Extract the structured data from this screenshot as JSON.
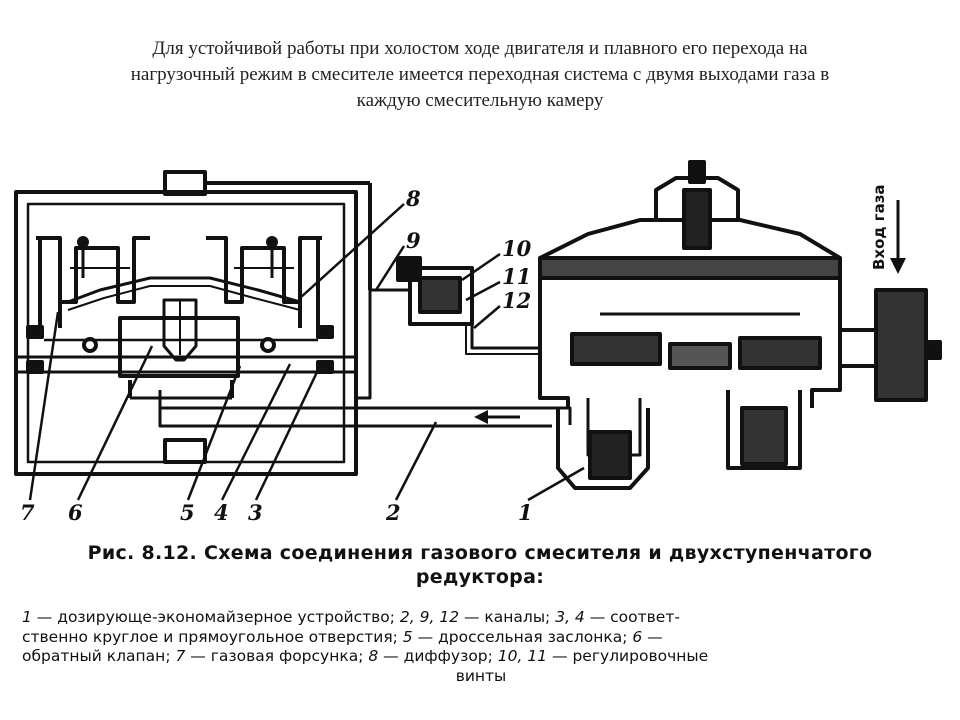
{
  "slide": {
    "title_lines": [
      "Для устойчивой работы при холостом ходе двигателя и плавного его перехода на",
      "нагрузочный режим в смесителе имеется переходная система с двумя выходами газа в",
      "каждую смесительную камеру"
    ]
  },
  "figure": {
    "gas_inlet_label": "Вход газа",
    "callouts": [
      "8",
      "9",
      "10",
      "11",
      "12",
      "7",
      "6",
      "5",
      "4",
      "3",
      "2",
      "1"
    ],
    "caption_title_lines": [
      "Рис. 8.12. Схема соединения газового смесителя и двухступенчатого",
      "редуктора:"
    ],
    "legend": [
      {
        "n": "1",
        "t": " — дозирующе-экономайзерное устройство; "
      },
      {
        "n": "2, 9, 12",
        "t": " — каналы; "
      },
      {
        "n": "3, 4",
        "t": " — соответ-"
      },
      {
        "n": "",
        "t": "ственно круглое и прямоугольное отверстия; "
      },
      {
        "n": "5",
        "t": " — дроссельная заслонка; "
      },
      {
        "n": "6",
        "t": " —"
      },
      {
        "n": "",
        "t": "обратный клапан; "
      },
      {
        "n": "7",
        "t": " — газовая форсунка; "
      },
      {
        "n": "8",
        "t": " — диффузор; "
      },
      {
        "n": "10, 11",
        "t": " — регулировочные"
      },
      {
        "n": "",
        "t": "винты"
      }
    ]
  }
}
